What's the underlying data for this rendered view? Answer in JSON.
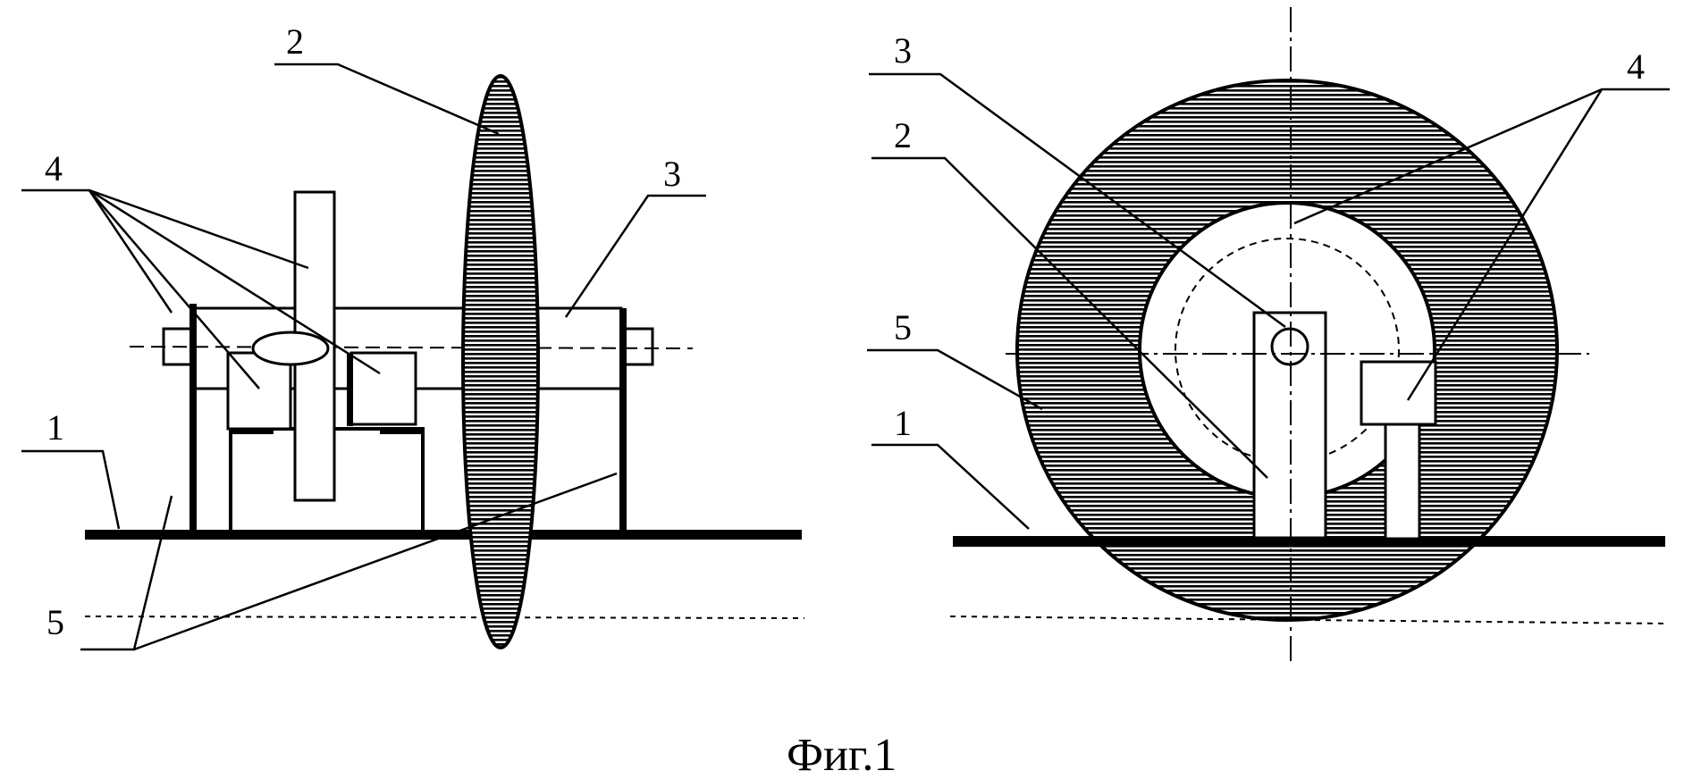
{
  "figure": {
    "caption": "Фиг.1",
    "left_view": {
      "labels": {
        "r1": "1",
        "r2": "2",
        "r3": "3",
        "r4": "4",
        "r5": "5"
      }
    },
    "right_view": {
      "labels": {
        "r1": "1",
        "r2": "2",
        "r3": "3",
        "r4": "4",
        "r5": "5"
      }
    }
  }
}
